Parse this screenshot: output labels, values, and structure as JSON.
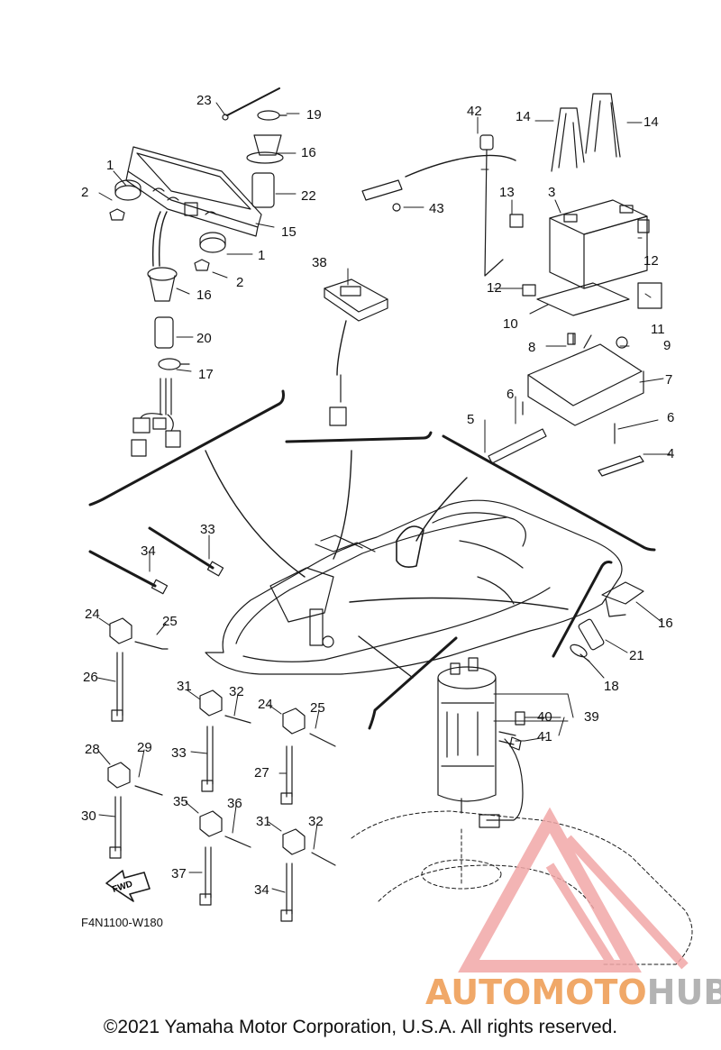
{
  "diagram": {
    "callouts": [
      {
        "id": "c1a",
        "text": "1"
      },
      {
        "id": "c2a",
        "text": "2"
      },
      {
        "id": "c23",
        "text": "23"
      },
      {
        "id": "c19",
        "text": "19"
      },
      {
        "id": "c16a",
        "text": "16"
      },
      {
        "id": "c22",
        "text": "22"
      },
      {
        "id": "c15",
        "text": "15"
      },
      {
        "id": "c1b",
        "text": "1"
      },
      {
        "id": "c2b",
        "text": "2"
      },
      {
        "id": "c16b",
        "text": "16"
      },
      {
        "id": "c20",
        "text": "20"
      },
      {
        "id": "c17",
        "text": "17"
      },
      {
        "id": "c38",
        "text": "38"
      },
      {
        "id": "c42",
        "text": "42"
      },
      {
        "id": "c43",
        "text": "43"
      },
      {
        "id": "c14a",
        "text": "14"
      },
      {
        "id": "c14b",
        "text": "14"
      },
      {
        "id": "c13",
        "text": "13"
      },
      {
        "id": "c3",
        "text": "3"
      },
      {
        "id": "c12a",
        "text": "12"
      },
      {
        "id": "c12b",
        "text": "12"
      },
      {
        "id": "c10",
        "text": "10"
      },
      {
        "id": "c11",
        "text": "11"
      },
      {
        "id": "c8",
        "text": "8"
      },
      {
        "id": "c9",
        "text": "9"
      },
      {
        "id": "c7",
        "text": "7"
      },
      {
        "id": "c6a",
        "text": "6"
      },
      {
        "id": "c5",
        "text": "5"
      },
      {
        "id": "c6b",
        "text": "6"
      },
      {
        "id": "c4",
        "text": "4"
      },
      {
        "id": "c33a",
        "text": "33"
      },
      {
        "id": "c34a",
        "text": "34"
      },
      {
        "id": "c24a",
        "text": "24"
      },
      {
        "id": "c25a",
        "text": "25"
      },
      {
        "id": "c26",
        "text": "26"
      },
      {
        "id": "c31a",
        "text": "31"
      },
      {
        "id": "c32a",
        "text": "32"
      },
      {
        "id": "c33b",
        "text": "33"
      },
      {
        "id": "c24b",
        "text": "24"
      },
      {
        "id": "c25b",
        "text": "25"
      },
      {
        "id": "c27",
        "text": "27"
      },
      {
        "id": "c28",
        "text": "28"
      },
      {
        "id": "c29",
        "text": "29"
      },
      {
        "id": "c30",
        "text": "30"
      },
      {
        "id": "c35",
        "text": "35"
      },
      {
        "id": "c36",
        "text": "36"
      },
      {
        "id": "c37",
        "text": "37"
      },
      {
        "id": "c31b",
        "text": "31"
      },
      {
        "id": "c32b",
        "text": "32"
      },
      {
        "id": "c34b",
        "text": "34"
      },
      {
        "id": "c16c",
        "text": "16"
      },
      {
        "id": "c21",
        "text": "21"
      },
      {
        "id": "c18",
        "text": "18"
      },
      {
        "id": "c40",
        "text": "40"
      },
      {
        "id": "c39",
        "text": "39"
      },
      {
        "id": "c41",
        "text": "41"
      }
    ],
    "fwd_label": "FWD",
    "diagram_code": "F4N1100-W180"
  },
  "watermark": {
    "part1": "AUTOMOTO",
    "part2": "HUB",
    "color_primary": "#f2a8a8",
    "color_accent": "#f0a868",
    "color_secondary": "#b3b3b3"
  },
  "footer": {
    "copyright": "©2021 Yamaha Motor Corporation, U.S.A. All rights reserved."
  }
}
